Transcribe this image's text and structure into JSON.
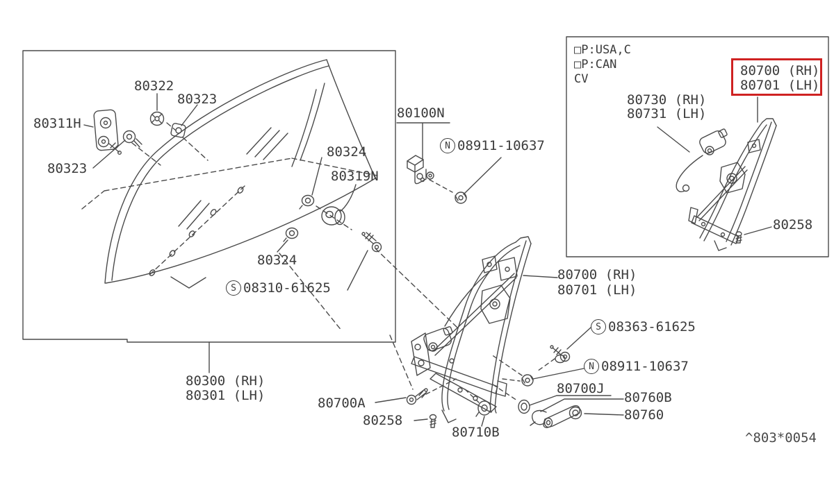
{
  "colors": {
    "ink": "#3b3b3b",
    "line": "#4a4a4a",
    "highlight": "#cf2222"
  },
  "glass_box": {
    "clip_upper": "80322",
    "nut_upper": "80323",
    "holder": "80311H",
    "clip_lower": "80323",
    "grommet_upper": "80324",
    "roller": "80319N",
    "grommet_lower": "80324",
    "screw_circle": "S",
    "screw_num": "08310-61625",
    "assembly_line1": "80300 (RH)",
    "assembly_line2": "80301 (LH)"
  },
  "center": {
    "lock": "80100N",
    "nut_upper_circle": "N",
    "nut_upper_num": "08911-10637",
    "regulator_line1": "80700 (RH)",
    "regulator_line2": "80701 (LH)",
    "screw_circle": "S",
    "screw_num": "08363-61625",
    "nut_lower_circle": "N",
    "nut_lower_num": "08911-10637",
    "escutcheon": "80700J",
    "handle_clip": "80760B",
    "handle": "80760",
    "bolt": "80700A",
    "screw_small": "80258",
    "roller": "80710B"
  },
  "inset": {
    "option_line1": "□P:USA,C",
    "option_line2": "□P:CAN",
    "option_line3": "CV",
    "motor_line1": "80730 (RH)",
    "motor_line2": "80731 (LH)",
    "highlight_line1": "80700 (RH)",
    "highlight_line2": "80701 (LH)",
    "screw": "80258"
  },
  "footer": {
    "code": "^803*0054"
  }
}
